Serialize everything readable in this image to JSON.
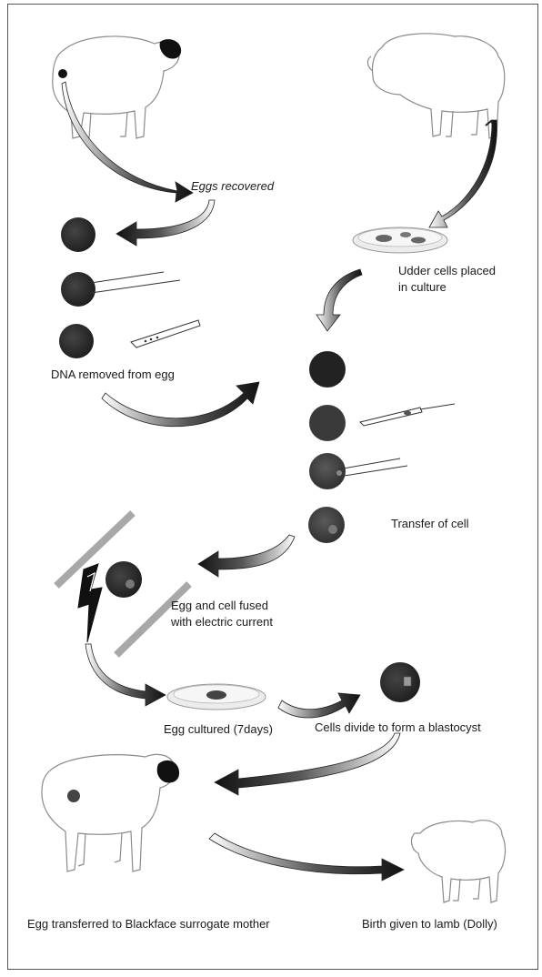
{
  "labels": {
    "eggs_recovered": "Eggs recovered",
    "udder_cells_1": "Udder cells placed",
    "udder_cells_2": "in culture",
    "dna_removed": "DNA removed from egg",
    "transfer_cell": "Transfer of cell",
    "fused_1": "Egg and cell fused",
    "fused_2": "with electric current",
    "egg_cultured": "Egg cultured (7days)",
    "cells_divide": "Cells divide to form a blastocyst",
    "egg_transferred": "Egg transferred to Blackface surrogate mother",
    "birth": "Birth given to lamb (Dolly)"
  },
  "colors": {
    "egg": "#2b2b2b",
    "arrow_dark": "#111111",
    "arrow_light": "#cfcfcf",
    "dish": "#e8e8e8",
    "electrode": "#aaaaaa",
    "outline": "#666666"
  }
}
